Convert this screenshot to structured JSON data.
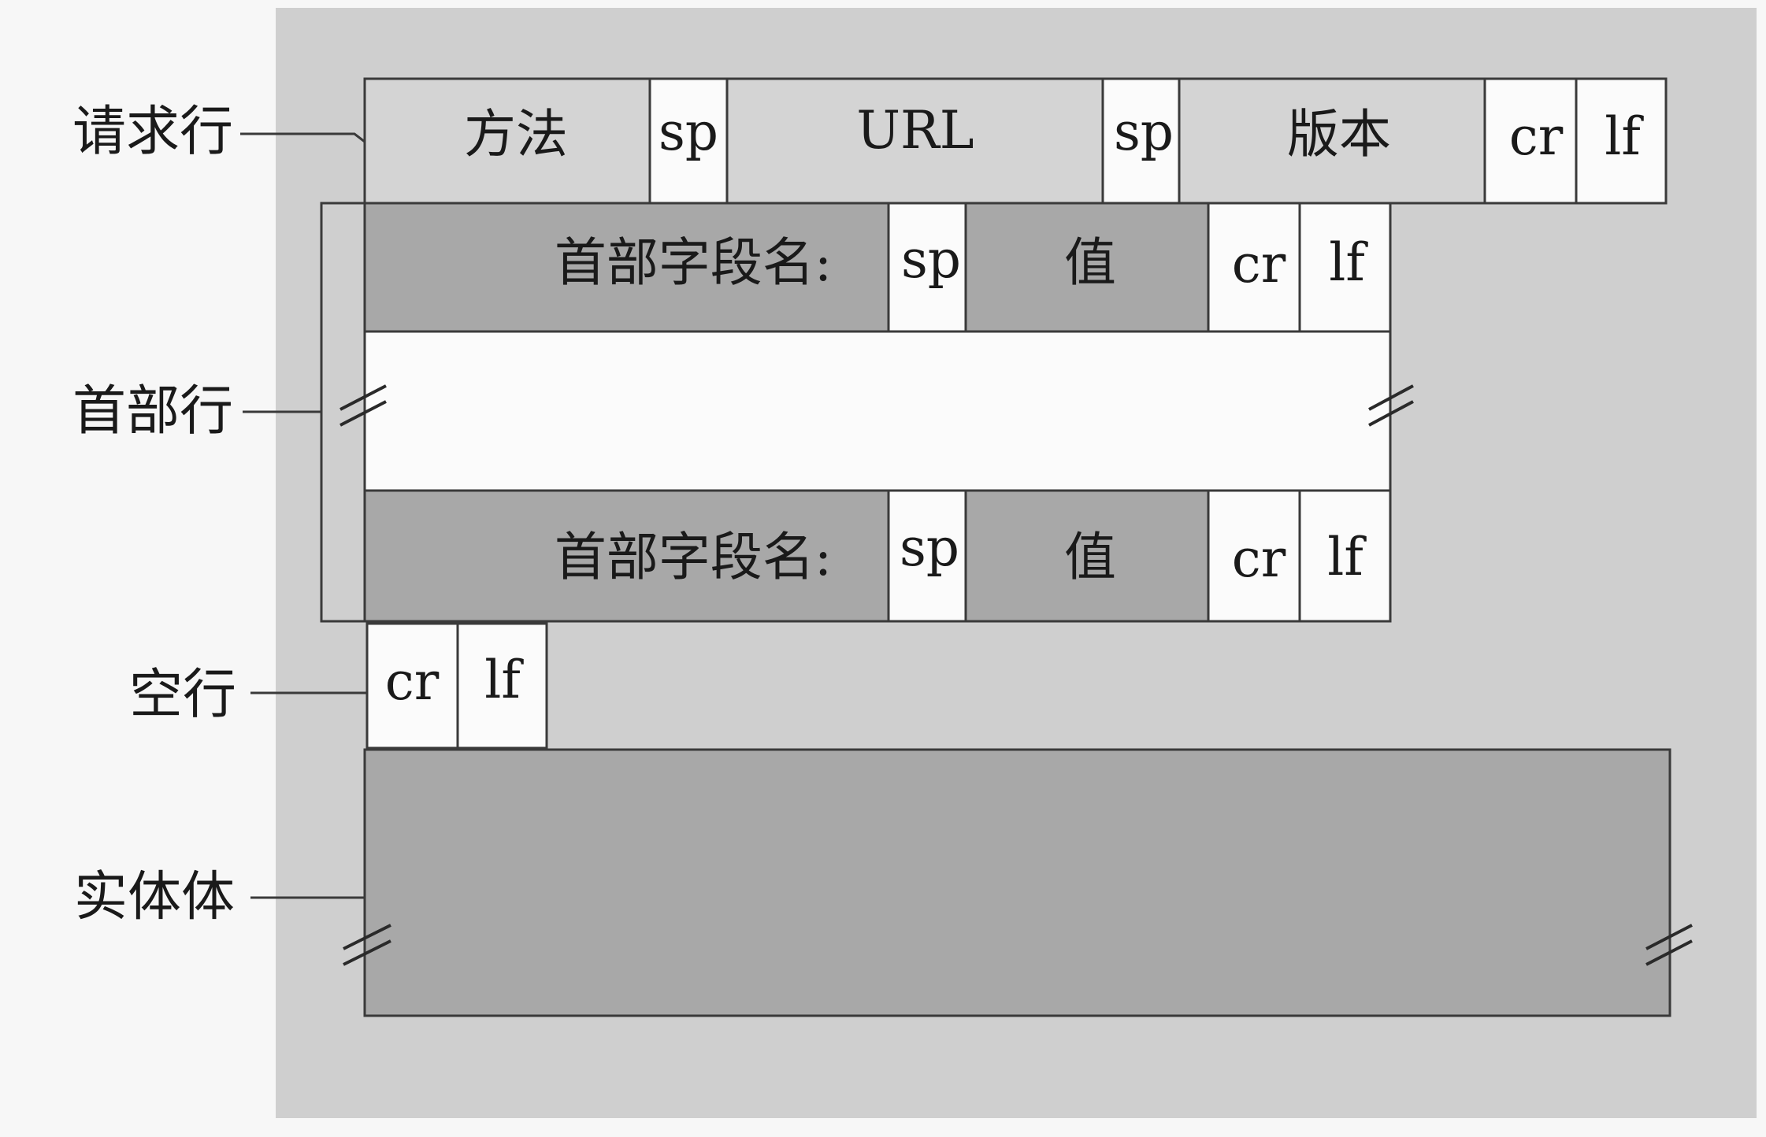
{
  "side_labels": {
    "request_line": "请求行",
    "header_lines": "首部行",
    "blank_line": "空行",
    "entity_body": "实体体"
  },
  "request_line": {
    "method": "方法",
    "sp1": "sp",
    "url": "URL",
    "sp2": "sp",
    "version": "版本",
    "cr": "cr",
    "lf": "lf"
  },
  "header_row_1": {
    "field_name": "首部字段名:",
    "sp": "sp",
    "value": "值",
    "cr": "cr",
    "lf": "lf"
  },
  "header_row_2": {
    "field_name": "首部字段名:",
    "sp": "sp",
    "value": "值",
    "cr": "cr",
    "lf": "lf"
  },
  "blank_line": {
    "cr": "cr",
    "lf": "lf"
  },
  "colors": {
    "panel": "#cfcfcf",
    "cell_light": "#d4d4d4",
    "cell_dark": "#a8a8a8",
    "cell_white": "#fbfbfb",
    "stroke": "#3a3a3a"
  }
}
